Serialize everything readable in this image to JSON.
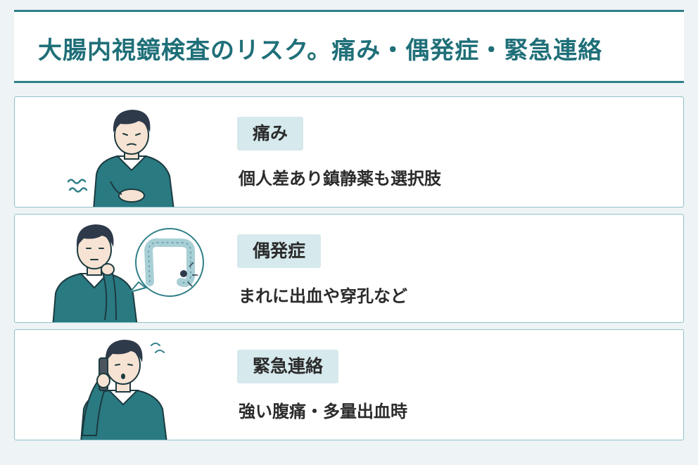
{
  "title": "大腸内視鏡検査のリスク。痛み・偶発症・緊急連絡",
  "items": [
    {
      "label": "痛み",
      "description": "個人差あり鎮静薬も選択肢",
      "illustration": "man-holding-stomach"
    },
    {
      "label": "偶発症",
      "description": "まれに出血や穿孔など",
      "illustration": "man-thinking-colon-bubble"
    },
    {
      "label": "緊急連絡",
      "description": "強い腹痛・多量出血時",
      "illustration": "man-on-phone"
    }
  ],
  "colors": {
    "accent": "#2f7f87",
    "title_text": "#1f6f78",
    "label_bg": "#d6e9ec",
    "card_border": "#8fc3c9",
    "sweater": "#2a7a82",
    "hair": "#2e3a4a"
  }
}
